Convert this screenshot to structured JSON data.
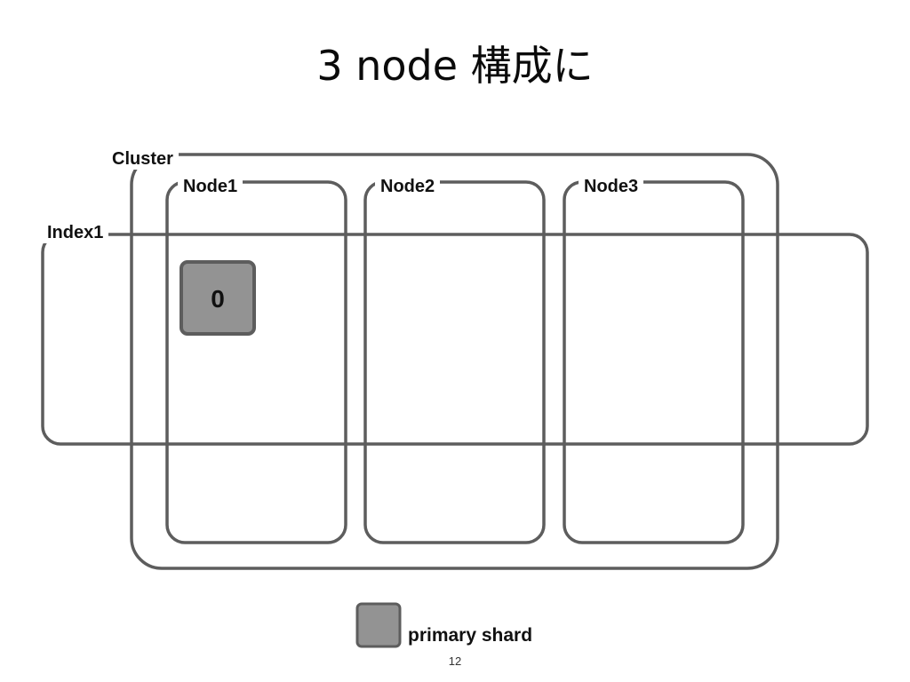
{
  "title": "3 node 構成に",
  "cluster": {
    "label": "Cluster"
  },
  "index": {
    "label": "Index1"
  },
  "nodes": [
    {
      "label": "Node1"
    },
    {
      "label": "Node2"
    },
    {
      "label": "Node3"
    }
  ],
  "shards": [
    {
      "label": "0",
      "type": "primary",
      "node": "Node1"
    }
  ],
  "legend": {
    "primary_label": "primary shard",
    "primary_color": "#939393"
  },
  "colors": {
    "frame": "#5d5d5d",
    "primary_shard_fill": "#939393",
    "primary_shard_border": "#5d5d5d"
  },
  "page_number": "12"
}
